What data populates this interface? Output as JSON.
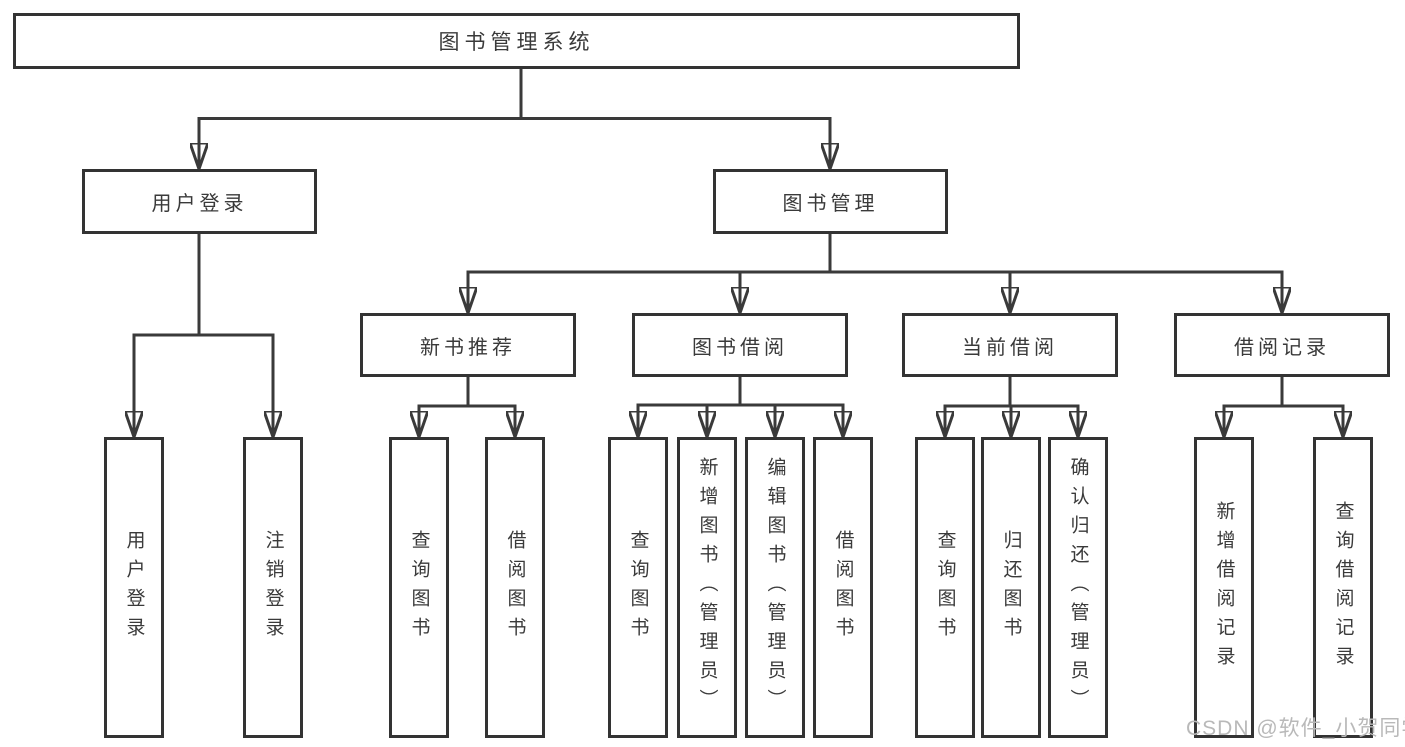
{
  "watermark": {
    "text": "CSDN @软件_小贺同学"
  },
  "colors": {
    "line": "#3a3a3a",
    "box_border": "#333333",
    "text": "#3a3a3a",
    "watermark": "#b9b9b9",
    "background": "#ffffff"
  },
  "diagram": {
    "title": "图书管理系统",
    "level2": [
      {
        "label": "用户登录"
      },
      {
        "label": "图书管理"
      }
    ],
    "level3": [
      {
        "label": "新书推荐",
        "parent": "图书管理"
      },
      {
        "label": "图书借阅",
        "parent": "图书管理"
      },
      {
        "label": "当前借阅",
        "parent": "图书管理"
      },
      {
        "label": "借阅记录",
        "parent": "图书管理"
      }
    ],
    "leaves": [
      {
        "label": "用户登录",
        "parent": "用户登录"
      },
      {
        "label": "注销登录",
        "parent": "用户登录"
      },
      {
        "label": "查询图书",
        "parent": "新书推荐"
      },
      {
        "label": "借阅图书",
        "parent": "新书推荐"
      },
      {
        "label": "查询图书",
        "parent": "图书借阅"
      },
      {
        "label": "新增图书（管理员）",
        "parent": "图书借阅"
      },
      {
        "label": "编辑图书（管理员）",
        "parent": "图书借阅"
      },
      {
        "label": "借阅图书",
        "parent": "图书借阅"
      },
      {
        "label": "查询图书",
        "parent": "当前借阅"
      },
      {
        "label": "归还图书",
        "parent": "当前借阅"
      },
      {
        "label": "确认归还（管理员）",
        "parent": "当前借阅"
      },
      {
        "label": "新增借阅记录",
        "parent": "借阅记录"
      },
      {
        "label": "查询借阅记录",
        "parent": "借阅记录"
      }
    ]
  }
}
